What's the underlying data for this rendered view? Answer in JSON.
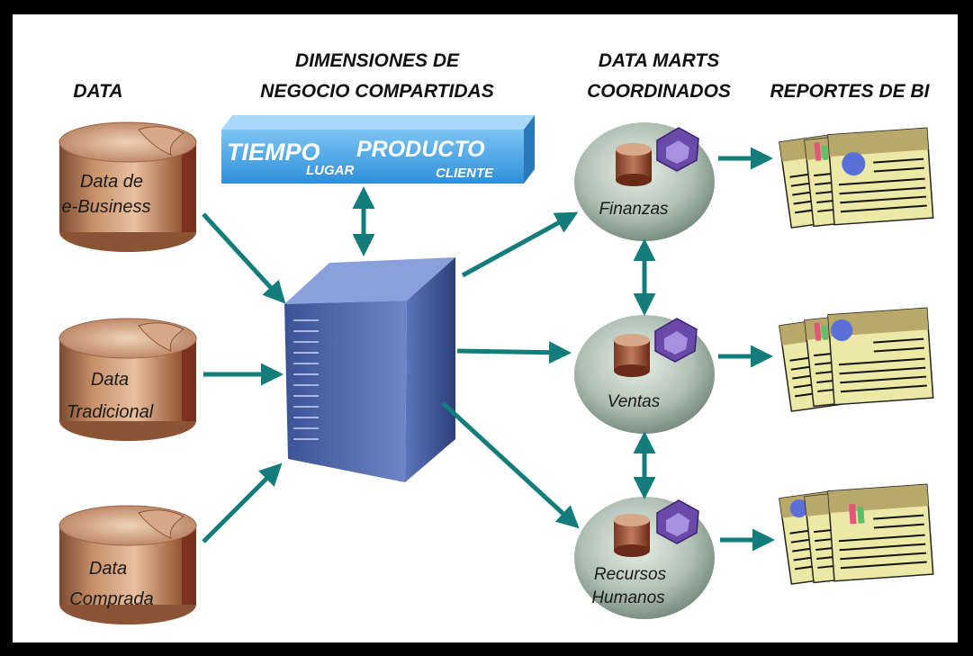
{
  "headers": {
    "data": "DATA",
    "dimensions_line1": "DIMENSIONES DE",
    "dimensions_line2": "NEGOCIO COMPARTIDAS",
    "datamarts_line1": "DATA MARTS",
    "datamarts_line2": "COORDINADOS",
    "reports": "REPORTES DE BI"
  },
  "dimensions_bar": {
    "tiempo": "TIEMPO",
    "lugar": "LUGAR",
    "producto": "PRODUCTO",
    "cliente": "CLIENTE"
  },
  "sources": [
    {
      "line1": "Data de",
      "line2": "e-Business"
    },
    {
      "line1": "Data",
      "line2": "Tradicional"
    },
    {
      "line1": "Data",
      "line2": "Comprada"
    }
  ],
  "data_marts": [
    {
      "line1": "Finanzas",
      "line2": ""
    },
    {
      "line1": "Ventas",
      "line2": ""
    },
    {
      "line1": "Recursos",
      "line2": "Humanos"
    }
  ],
  "colors": {
    "arrow": "#127d7a",
    "cylinder": "#b07a58",
    "server": "#4a64a8",
    "dimension_bar": "#4aa6e8",
    "mart_ellipse": "#a8b8ac",
    "report": "#ece9a6"
  }
}
